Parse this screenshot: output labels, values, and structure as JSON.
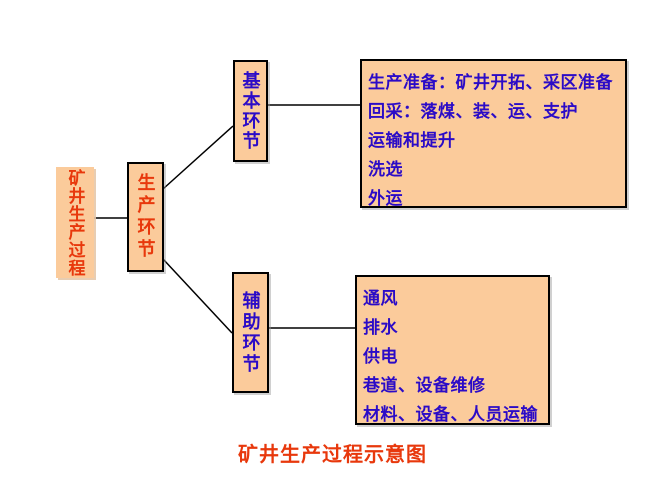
{
  "colors": {
    "box_fill": "#fbcb9b",
    "box_border": "#000000",
    "red_text": "#e8380c",
    "blue_text": "#2b0bc7",
    "background": "#ffffff"
  },
  "diagram": {
    "root": {
      "label": "矿井生产过程"
    },
    "hub": {
      "label": "生产环节"
    },
    "branches": [
      {
        "label": "基本环节",
        "items": [
          "生产准备：矿井开拓、采区准备",
          "回采：落煤、装、运、支护",
          "运输和提升",
          "洗选",
          "外运"
        ]
      },
      {
        "label": "辅助环节",
        "items": [
          "通风",
          "排水",
          "供电",
          "巷道、设备维修",
          "材料、设备、人员运输"
        ]
      }
    ],
    "caption": "矿井生产过程示意图"
  }
}
